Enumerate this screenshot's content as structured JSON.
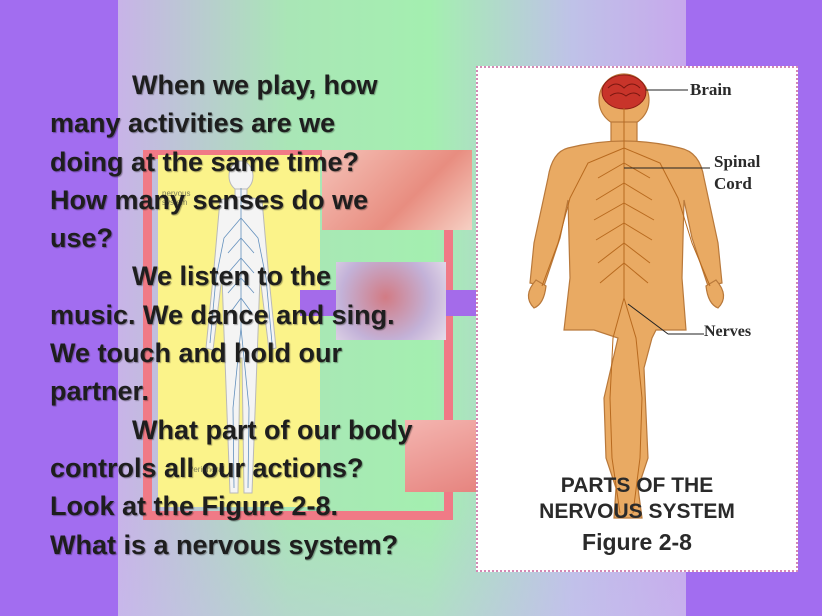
{
  "slide": {
    "paragraphs": [
      {
        "first_line": "When we play, how",
        "lines": [
          "many activities are we",
          "doing at the same time?",
          "How many senses do we",
          "use?"
        ]
      },
      {
        "first_line": "We listen to the",
        "lines": [
          "music. We dance and sing.",
          "We touch and hold our",
          "partner."
        ]
      },
      {
        "first_line": "What part of our body",
        "lines": [
          "controls all our actions?",
          "Look at the Figure 2-8.",
          "What is a nervous system?"
        ]
      }
    ]
  },
  "figure": {
    "labels": {
      "brain": "Brain",
      "spinal_cord_line1": "Spinal",
      "spinal_cord_line2": "Cord",
      "nerves": "Nerves"
    },
    "caption_line1": "PARTS OF THE",
    "caption_line2": "NERVOUS SYSTEM",
    "caption_line3": "Figure 2-8"
  },
  "background_text": {
    "nervous_system": "nervous system",
    "peripheral": "Peripheral"
  },
  "colors": {
    "side_purple": "#a26df0",
    "frame_pink": "#f07a86",
    "panel_yellow": "#fbf38a",
    "body_orange": "#e6a35d",
    "brain_red": "#c8342a"
  }
}
